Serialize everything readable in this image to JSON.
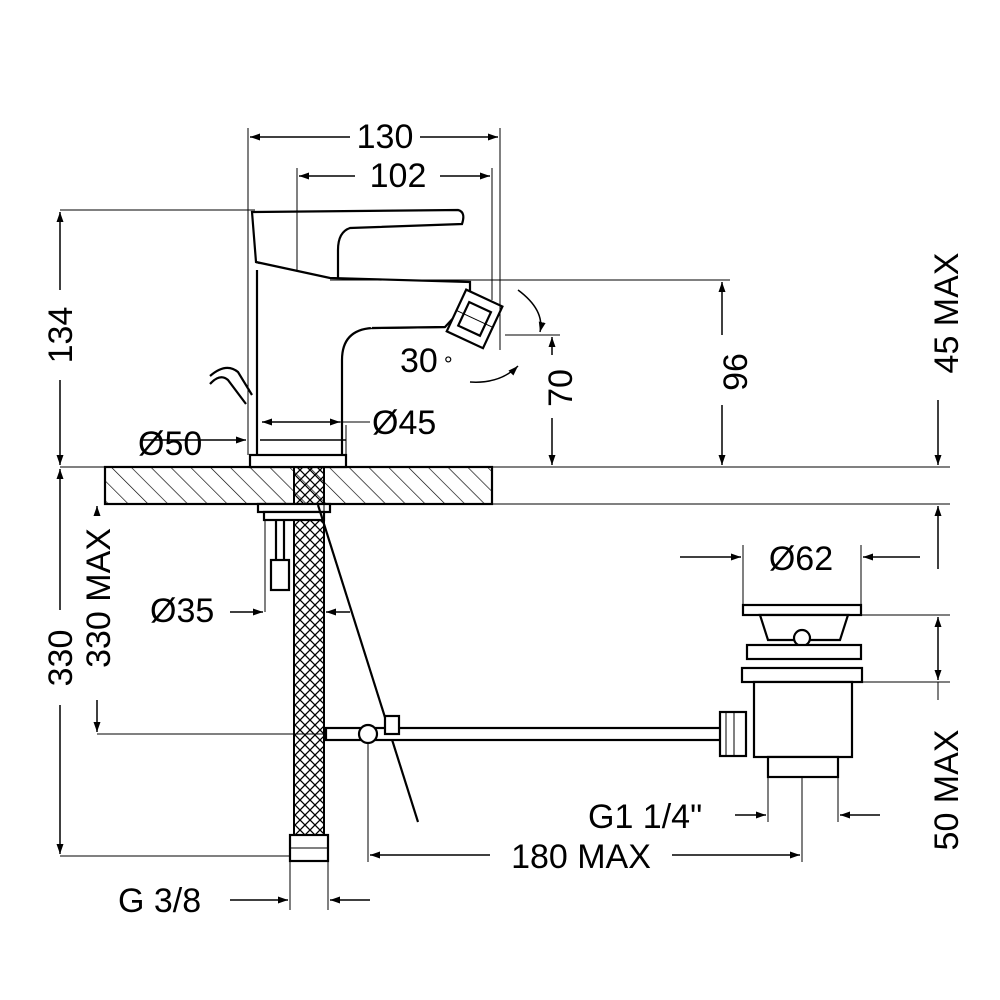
{
  "dimensions": {
    "d130": "130",
    "d102": "102",
    "d134": "134",
    "d96": "96",
    "d70": "70",
    "d45max": "45 MAX",
    "angle": "30",
    "angle_deg": "°",
    "dia50": "Ø50",
    "dia45": "Ø45",
    "dia35": "Ø35",
    "dia62": "Ø62",
    "d330": "330",
    "d330max": "330 MAX",
    "g38": "G 3/8",
    "g114": "G1 1/4\"",
    "d180max": "180 MAX",
    "d50max": "50 MAX"
  }
}
